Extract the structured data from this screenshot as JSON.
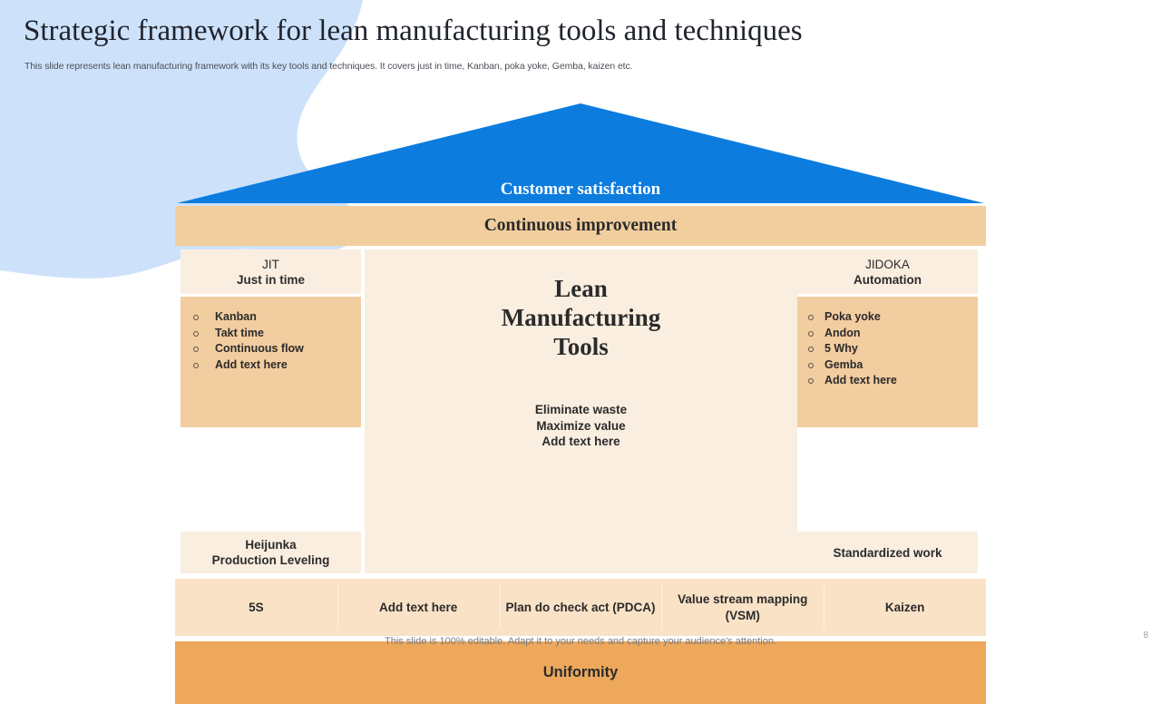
{
  "header": {
    "title": "Strategic framework for lean manufacturing tools and techniques",
    "subtitle": "This slide represents lean manufacturing framework with its key tools and techniques. It covers just in time, Kanban, poka yoke,  Gemba, kaizen etc."
  },
  "diagram": {
    "roof_label": "Customer satisfaction",
    "band_label": "Continuous improvement",
    "center": {
      "title_line1": "Lean",
      "title_line2": "Manufacturing",
      "title_line3": "Tools",
      "sub_line1": "Eliminate waste",
      "sub_line2": "Maximize value",
      "sub_line3": "Add  text here"
    },
    "left_pillar": {
      "head_line1": "JIT",
      "head_line2": "Just in time",
      "items": [
        "Kanban",
        "Takt time",
        "Continuous flow",
        "Add  text here"
      ],
      "foot_line1": "Heijunka",
      "foot_line2": "Production Leveling"
    },
    "right_pillar": {
      "head_line1": "JIDOKA",
      "head_line2": "Automation",
      "items": [
        "Poka yoke",
        "Andon",
        "5 Why",
        "Gemba",
        "Add  text here"
      ],
      "foot_line1": "Standardized work",
      "foot_line2": ""
    },
    "tools": [
      "5S",
      "Add text here",
      "Plan do check act (PDCA)",
      "Value stream mapping (VSM)",
      "Kaizen"
    ],
    "foundation_label": "Uniformity"
  },
  "footer": {
    "note": "This slide is 100% editable. Adapt it to your needs and capture your audience's attention.",
    "page_number": "8"
  },
  "colors": {
    "roof_blue": "#0c7cdf",
    "blob_blue": "#cde2fa",
    "band_tan": "#f2ce9e",
    "panel_cream": "#faeee0",
    "pillar_tan": "#f2cda0",
    "tools_tan": "#f9e2c6",
    "foundation_orange": "#eda85c",
    "text_dark": "#2b2b2b"
  }
}
